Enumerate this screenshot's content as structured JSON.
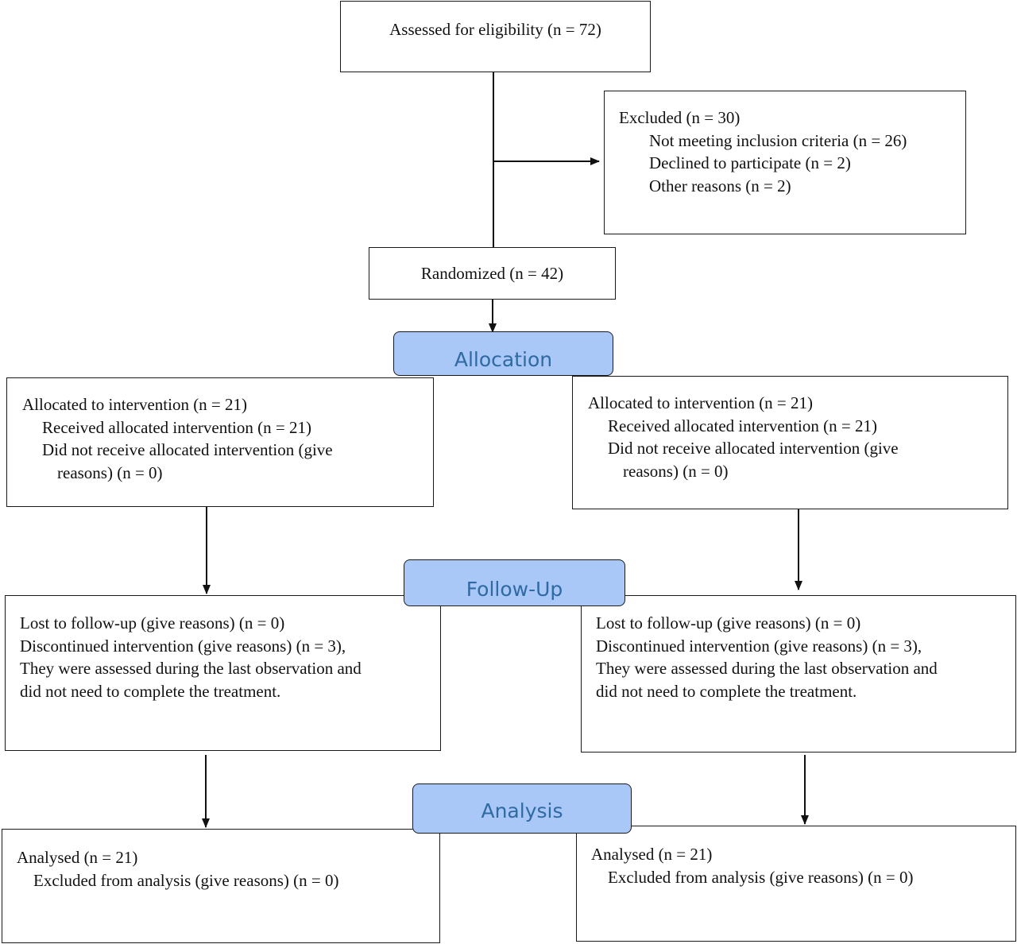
{
  "enrollment": {
    "assessed": "Assessed for eligibility (n = 72)",
    "excluded": {
      "title": "Excluded  (n = 30)",
      "reasons": [
        "Not meeting inclusion criteria (n = 26)",
        "Declined to participate (n = 2)",
        "Other reasons (n = 2)"
      ]
    },
    "randomized": "Randomized (n = 42)"
  },
  "stages": {
    "allocation": "Allocation",
    "followup": "Follow-Up",
    "analysis": "Analysis"
  },
  "arms": [
    {
      "allocation": {
        "line1": "Allocated to intervention (n = 21)",
        "line2": "Received allocated intervention (n = 21)",
        "line3": "Did not receive allocated intervention (give",
        "line4": "reasons) (n = 0)"
      },
      "followup": {
        "line1": "Lost to follow-up (give reasons) (n = 0)",
        "line2": "Discontinued intervention (give reasons) (n = 3),",
        "line3": "They were assessed during the last observation and",
        "line4": "did not need to complete the treatment."
      },
      "analysis": {
        "line1": "Analysed  (n = 21)",
        "line2": "Excluded from analysis (give reasons) (n = 0)"
      }
    },
    {
      "allocation": {
        "line1": "Allocated to intervention (n = 21)",
        "line2": "Received allocated intervention (n = 21)",
        "line3": "Did not receive allocated intervention (give",
        "line4": "reasons) (n = 0)"
      },
      "followup": {
        "line1": "Lost to follow-up (give reasons) (n = 0)",
        "line2": "Discontinued intervention (give reasons) (n = 3),",
        "line3": "They were assessed during the last observation and",
        "line4": "did not need to complete the treatment."
      },
      "analysis": {
        "line1": "Analysed  (n = 21)",
        "line2": "Excluded from analysis (give reasons) (n = 0)"
      }
    }
  ]
}
